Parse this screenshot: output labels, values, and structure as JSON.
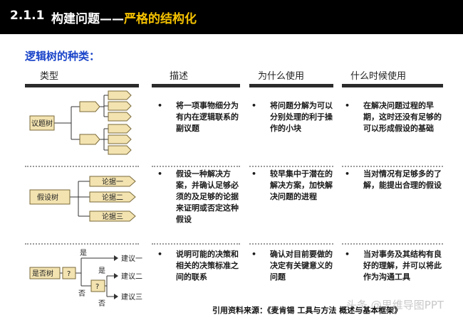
{
  "header": {
    "number": "2.1.1",
    "title_white": "构建问题——",
    "title_yellow": "严格的结构化"
  },
  "subtitle": "逻辑树的种类：",
  "columns": [
    "类型",
    "描述",
    "为什么使用",
    "什么时候使用"
  ],
  "rows": [
    {
      "type_label": "议题树",
      "description": "将一项事物细分为有内在逻辑联系的副议题",
      "why": "将问题分解为可以分别处理的利于操作的小块",
      "when": "在解决问题过程的早期，这时还没有足够的可以形成假设的基础"
    },
    {
      "type_label": "假设树",
      "branches": [
        "论据一",
        "论据二",
        "论据三"
      ],
      "description": "假设一种解决方案，并确认足够必须的及足够的论据来证明或否定这种假设",
      "why": "较早集中于潜在的解决方案，加快解决问题的进程",
      "when": "当对情况有足够多的了解，能提出合理的假设"
    },
    {
      "type_label": "是否树",
      "decision_mark": "?",
      "yes_label": "是",
      "no_label": "否",
      "outcomes": [
        "建议一",
        "建议二",
        "建议三"
      ],
      "description": "说明可能的决策和相关的决策标准之间的联系",
      "why": "确认对目前要做的决定有关键意义的问题",
      "when": "当对事务及其结构有良好的理解，并可以将此作为沟通工具"
    }
  ],
  "bullet": "•",
  "footer": "引用资料来源：《麦肯锡 工具与方法 概述与基本框架》",
  "watermark": "头条 @思维导图PPT",
  "colors": {
    "header_bg": "#000000",
    "accent_yellow": "#f6c200",
    "subtitle_blue": "#1a44c9",
    "box_fill": "#f3e3b0",
    "box_stroke": "#7a6a3a"
  }
}
